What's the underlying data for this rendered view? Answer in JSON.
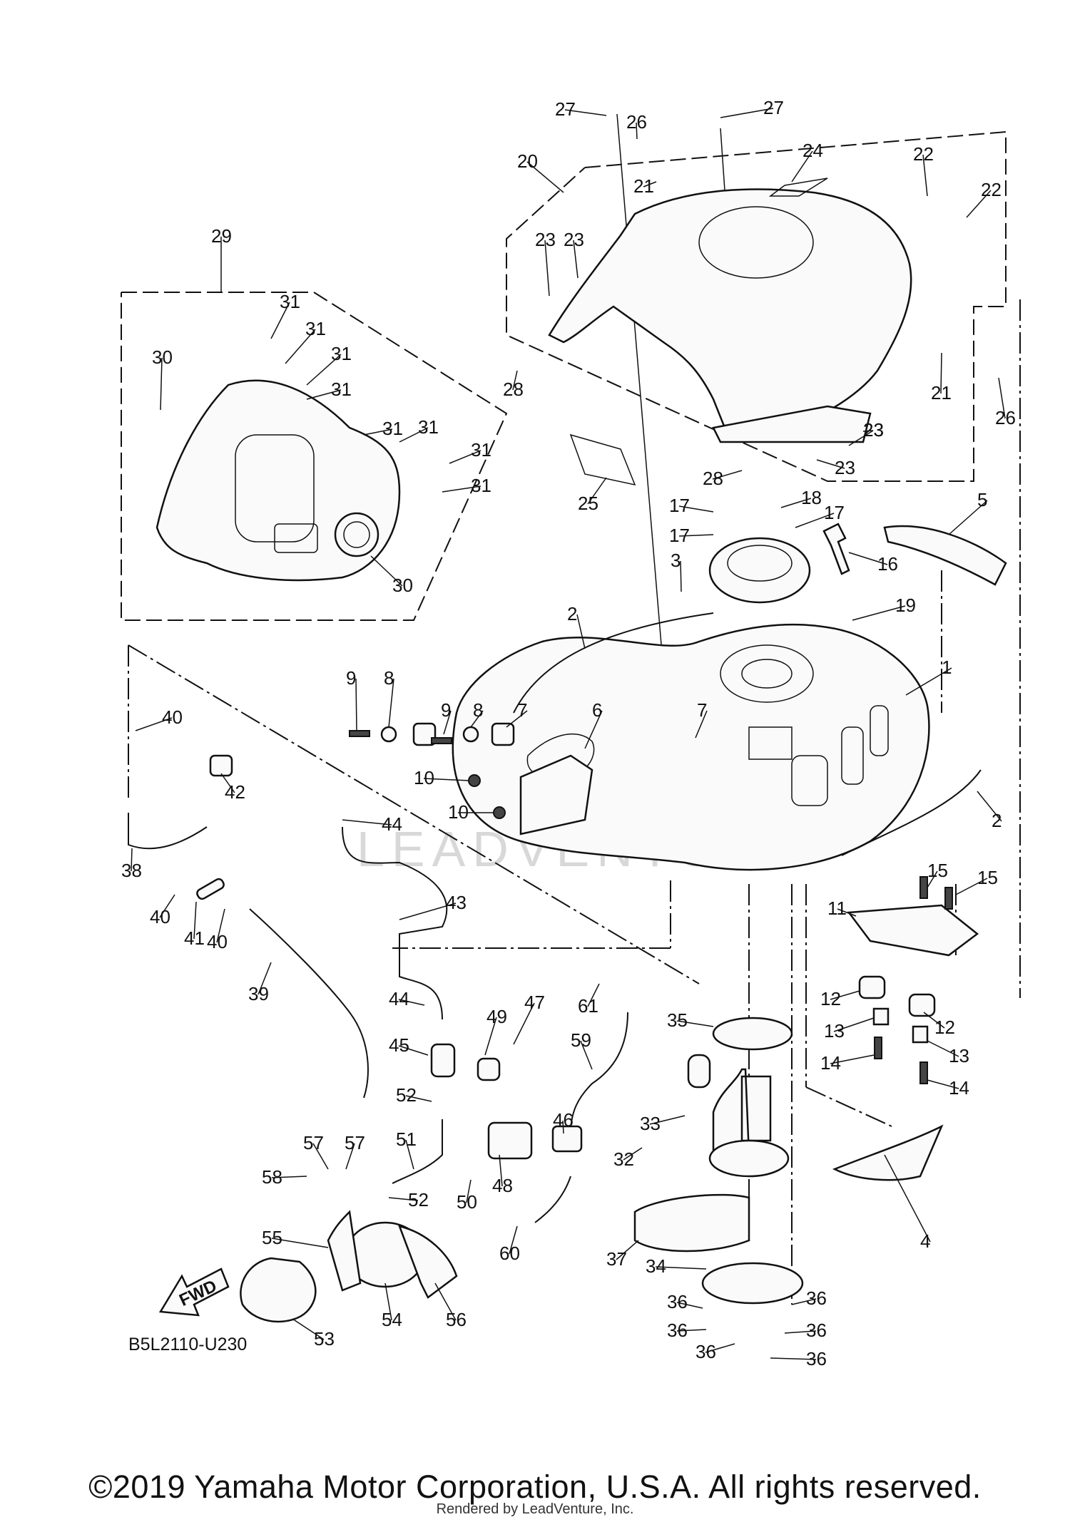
{
  "diagram": {
    "code": "B5L2110-U230",
    "fwd_label": "FWD",
    "watermark": "LEADVENTURE",
    "footer": {
      "copyright": "©2019 Yamaha Motor Corporation, U.S.A. All rights reserved.",
      "rendered_by": "Rendered by LeadVenture, Inc."
    },
    "callouts": [
      "1",
      "2",
      "2",
      "3",
      "4",
      "5",
      "6",
      "7",
      "7",
      "8",
      "8",
      "9",
      "9",
      "10",
      "10",
      "11",
      "12",
      "12",
      "13",
      "13",
      "14",
      "14",
      "15",
      "15",
      "16",
      "17",
      "17",
      "17",
      "18",
      "19",
      "20",
      "21",
      "21",
      "22",
      "22",
      "23",
      "23",
      "23",
      "23",
      "23",
      "24",
      "25",
      "26",
      "26",
      "27",
      "27",
      "28",
      "28",
      "29",
      "30",
      "30",
      "31",
      "31",
      "31",
      "31",
      "31",
      "31",
      "31",
      "31",
      "32",
      "33",
      "34",
      "35",
      "36",
      "36",
      "36",
      "36",
      "36",
      "36",
      "37",
      "38",
      "39",
      "40",
      "40",
      "40",
      "41",
      "42",
      "43",
      "44",
      "44",
      "45",
      "46",
      "47",
      "48",
      "49",
      "50",
      "51",
      "52",
      "52",
      "53",
      "54",
      "55",
      "56",
      "57",
      "57",
      "58",
      "59",
      "60",
      "61"
    ]
  }
}
